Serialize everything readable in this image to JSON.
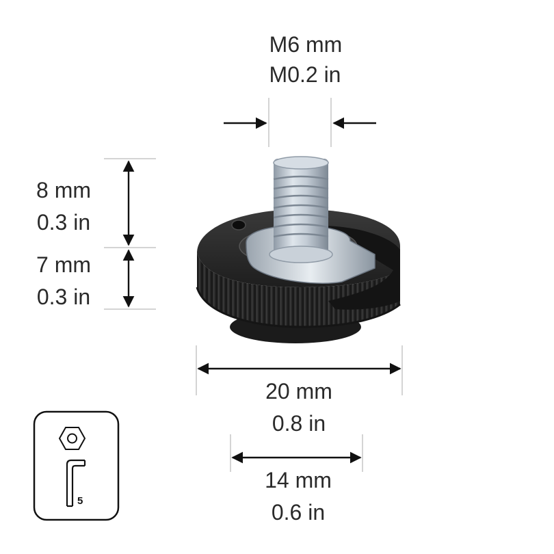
{
  "dimensions": {
    "thread_diameter": {
      "metric": "M6  mm",
      "imperial": "M0.2 in"
    },
    "thread_length": {
      "metric": "8 mm",
      "imperial": "0.3 in"
    },
    "base_height": {
      "metric": "7 mm",
      "imperial": "0.3 in"
    },
    "outer_diameter": {
      "metric": "20 mm",
      "imperial": "0.8 in"
    },
    "inner_diameter": {
      "metric": "14 mm",
      "imperial": "0.6 in"
    }
  },
  "tool_icon": {
    "icons": [
      "hex-nut-icon",
      "hex-key-icon"
    ],
    "size_label": "5"
  },
  "colors": {
    "text": "#2a2a2a",
    "arrow": "#111111",
    "guide": "#d4d4d4",
    "knob_body": "#2b2b2b",
    "bolt_metal": "#b9c4cf"
  }
}
